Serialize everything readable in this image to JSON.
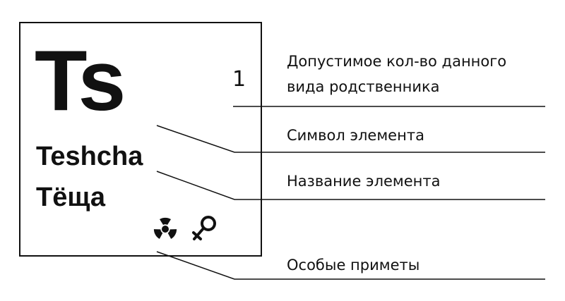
{
  "element": {
    "symbol": "Ts",
    "count": "1",
    "name_latin": "Teshcha",
    "name_native": "Тёща",
    "features_icons": [
      "radiation-icon",
      "female-symbol-icon"
    ]
  },
  "legend": {
    "allowed_count_line1": "Допустимое кол-во данного",
    "allowed_count_line2": "вида родственника",
    "symbol_label": "Символ элемента",
    "name_label": "Название элемента",
    "features_label": "Особые приметы"
  }
}
